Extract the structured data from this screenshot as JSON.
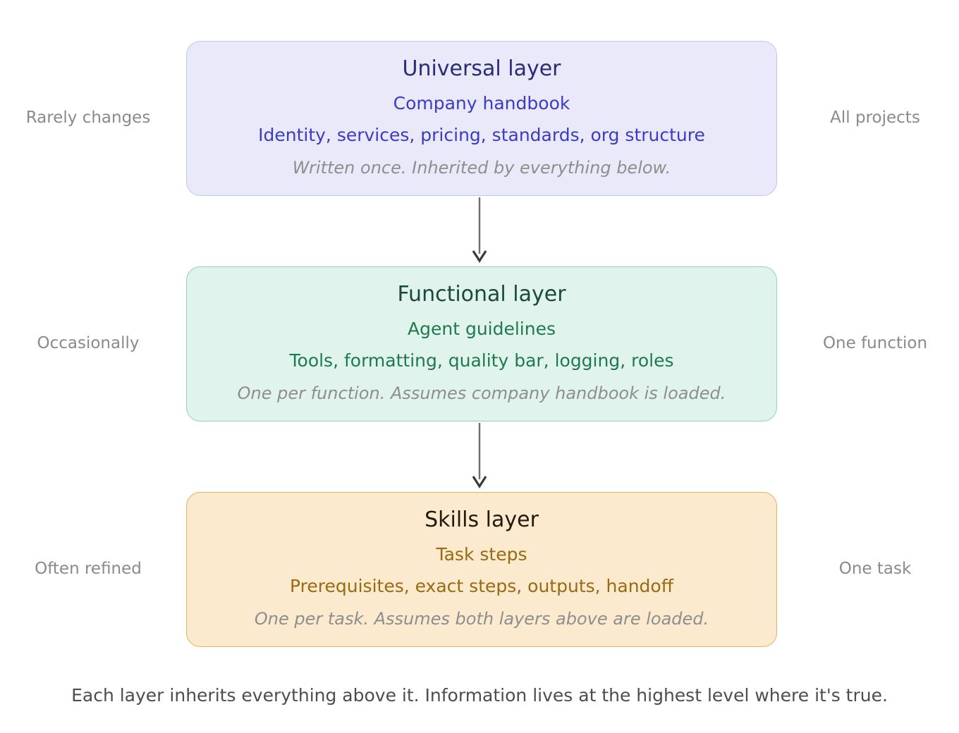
{
  "diagram": {
    "caption": "Each layer inherits everything above it. Information lives at the highest level where it's true.",
    "arrow_color": "#6f6f6f",
    "background": "#ffffff",
    "layers": [
      {
        "id": "universal",
        "left_label": "Rarely changes",
        "right_label": "All projects",
        "title": "Universal layer",
        "subtitle": "Company handbook",
        "contents": "Identity, services, pricing, standards, org structure",
        "note": "Written once. Inherited by everything below.",
        "fill": "#e9e9f9",
        "border": "#c6c6e8",
        "title_color": "#2b2b7a",
        "accent_color": "#3b3bc4"
      },
      {
        "id": "functional",
        "left_label": "Occasionally",
        "right_label": "One function",
        "title": "Functional layer",
        "subtitle": "Agent guidelines",
        "contents": "Tools, formatting, quality bar, logging, roles",
        "note": "One per function. Assumes company handbook is loaded.",
        "fill": "#e0f3ec",
        "border": "#8fd3bb",
        "title_color": "#1a4a3d",
        "accent_color": "#1f7a4d"
      },
      {
        "id": "skills",
        "left_label": "Often refined",
        "right_label": "One task",
        "title": "Skills layer",
        "subtitle": "Task steps",
        "contents": "Prerequisites, exact steps, outputs, handoff",
        "note": "One per task. Assumes both layers above are loaded.",
        "fill": "#fbeace",
        "border": "#e8b25f",
        "title_color": "#241a10",
        "accent_color": "#9a6a12"
      }
    ],
    "arrows": [
      {
        "id": "universal-to-functional",
        "icon": "arrow-down-icon"
      },
      {
        "id": "functional-to-skills",
        "icon": "arrow-down-icon"
      }
    ]
  }
}
